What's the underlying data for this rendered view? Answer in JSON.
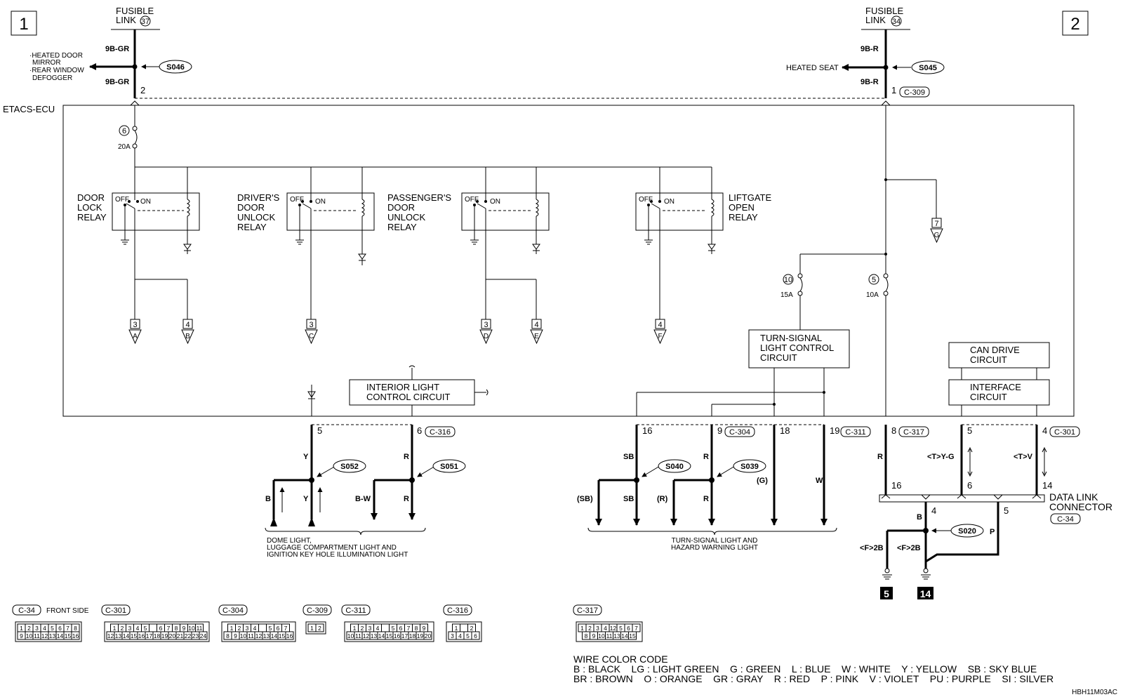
{
  "sheet_numbers": [
    "1",
    "2"
  ],
  "figure_code": "HBH11M03AC",
  "fusible_links": [
    {
      "label_line1": "FUSIBLE",
      "label_line2": "LINK",
      "number": "37"
    },
    {
      "label_line1": "FUSIBLE",
      "label_line2": "LINK",
      "number": "34"
    }
  ],
  "left_feed": {
    "wire_upper": "9B-GR",
    "wire_lower": "9B-GR",
    "pin": "2",
    "splice": "S046",
    "branch_lines": [
      "·HEATED DOOR",
      "MIRROR",
      "·REAR WINDOW",
      "DEFOGGER"
    ]
  },
  "right_feed": {
    "wire_upper": "9B-R",
    "wire_lower": "9B-R",
    "pin": "1",
    "connector": "C-309",
    "splice": "S045",
    "branch": "HEATED SEAT"
  },
  "ecu_label": "ETACS-ECU",
  "fuses": [
    {
      "number": "6",
      "rating": "20A"
    },
    {
      "number": "10",
      "rating": "15A"
    },
    {
      "number": "5",
      "rating": "10A"
    }
  ],
  "relays": [
    {
      "lines": [
        "DOOR",
        "LOCK",
        "RELAY"
      ],
      "off": "OFF",
      "on": "ON"
    },
    {
      "lines": [
        "DRIVER'S",
        "DOOR",
        "UNLOCK",
        "RELAY"
      ],
      "off": "OFF",
      "on": "ON"
    },
    {
      "lines": [
        "PASSENGER'S",
        "DOOR",
        "UNLOCK",
        "RELAY"
      ],
      "off": "OFF",
      "on": "ON"
    },
    {
      "lines": [
        "LIFTGATE",
        "OPEN",
        "RELAY"
      ],
      "off": "OFF",
      "on": "ON"
    }
  ],
  "references": [
    {
      "num": "3",
      "letter": "A"
    },
    {
      "num": "4",
      "letter": "B"
    },
    {
      "num": "3",
      "letter": "C"
    },
    {
      "num": "3",
      "letter": "D"
    },
    {
      "num": "4",
      "letter": "E"
    },
    {
      "num": "4",
      "letter": "F"
    },
    {
      "num": "7",
      "letter": "G"
    }
  ],
  "circuits": {
    "interior": [
      "INTERIOR LIGHT",
      "CONTROL CIRCUIT"
    ],
    "turn": [
      "TURN-SIGNAL",
      "LIGHT CONTROL",
      "CIRCUIT"
    ],
    "can": [
      "CAN DRIVE",
      "CIRCUIT"
    ],
    "interface": [
      "INTERFACE",
      "CIRCUIT"
    ]
  },
  "pins": {
    "p5": "5",
    "p6": "6",
    "c316": "C-316",
    "p16": "16",
    "p9": "9",
    "c304": "C-304",
    "p18": "18",
    "p19": "19",
    "c311": "C-311",
    "p8": "8",
    "c317": "C-317",
    "p5b": "5",
    "p4": "4",
    "c301": "C-301"
  },
  "wires": {
    "y": "Y",
    "r": "R",
    "b": "B",
    "y2": "Y",
    "bw": "B-W",
    "r2": "R",
    "sb": "SB",
    "r3": "R",
    "g_paren": "(G)",
    "w": "W",
    "sb_paren": "(SB)",
    "sb2": "SB",
    "r_paren": "(R)",
    "r4": "R",
    "r5": "R",
    "tyg": "<T>Y-G",
    "tv": "<T>V",
    "b2": "B",
    "p": "P",
    "f2b_1": "<F>2B",
    "f2b_2": "<F>2B"
  },
  "splices": {
    "s052": "S052",
    "s051": "S051",
    "s040": "S040",
    "s039": "S039",
    "s020": "S020"
  },
  "dlc": {
    "lines": [
      "DATA LINK",
      "CONNECTOR"
    ],
    "connector": "C-34",
    "pin16": "16",
    "pin6": "6",
    "pin14": "14",
    "pin4": "4",
    "pin5": "5"
  },
  "grounds": [
    "5",
    "14"
  ],
  "destination_labels": {
    "interior": [
      "DOME LIGHT,",
      "LUGGAGE COMPARTMENT LIGHT AND",
      "IGNITION KEY HOLE ILLUMINATION LIGHT"
    ],
    "turn": [
      "TURN-SIGNAL LIGHT AND",
      "HAZARD WARNING LIGHT"
    ]
  },
  "connector_views": [
    {
      "name": "C-34",
      "note": "FRONT SIDE",
      "rows": [
        [
          "1",
          "2",
          "3",
          "4",
          "5",
          "6",
          "7",
          "8"
        ],
        [
          "9",
          "10",
          "11",
          "12",
          "13",
          "14",
          "15",
          "16"
        ]
      ]
    },
    {
      "name": "C-301",
      "rows": [
        [
          "1",
          "2",
          "3",
          "4",
          "5",
          "",
          "6",
          "7",
          "8",
          "9",
          "10",
          "11"
        ],
        [
          "12",
          "13",
          "14",
          "15",
          "16",
          "17",
          "18",
          "19",
          "20",
          "21",
          "22",
          "23",
          "24"
        ]
      ]
    },
    {
      "name": "C-304",
      "rows": [
        [
          "1",
          "2",
          "3",
          "4",
          "",
          "5",
          "6",
          "7"
        ],
        [
          "8",
          "9",
          "10",
          "11",
          "12",
          "13",
          "14",
          "15",
          "16"
        ]
      ]
    },
    {
      "name": "C-309",
      "rows": [
        [
          "1",
          "2"
        ]
      ]
    },
    {
      "name": "C-311",
      "rows": [
        [
          "1",
          "2",
          "3",
          "4",
          "",
          "5",
          "6",
          "7",
          "8",
          "9"
        ],
        [
          "10",
          "11",
          "12",
          "13",
          "14",
          "15",
          "16",
          "17",
          "18",
          "19",
          "20"
        ]
      ]
    },
    {
      "name": "C-316",
      "rows": [
        [
          "1",
          "",
          "2"
        ],
        [
          "3",
          "4",
          "5",
          "6"
        ]
      ]
    },
    {
      "name": "C-317",
      "rows": [
        [
          "1",
          "2",
          "3",
          "4",
          "12",
          "5",
          "6",
          "7"
        ],
        [
          "8",
          "9",
          "10",
          "11",
          "13",
          "14",
          "15"
        ]
      ]
    }
  ],
  "wire_color_code": {
    "title": "WIRE COLOR CODE",
    "line1": "B : BLACK    LG : LIGHT GREEN    G : GREEN    L : BLUE    W : WHITE    Y : YELLOW    SB : SKY BLUE",
    "line2": "BR : BROWN    O : ORANGE    GR : GRAY    R : RED    P : PINK    V : VIOLET    PU : PURPLE    SI : SILVER"
  }
}
